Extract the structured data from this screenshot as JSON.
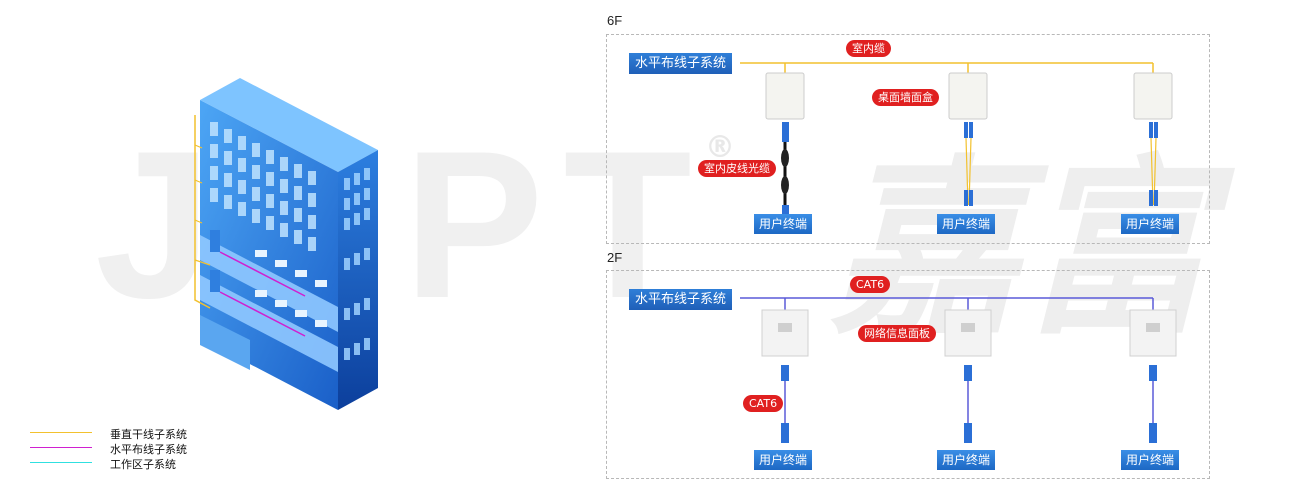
{
  "watermark": {
    "logo_text": "JDPT",
    "brand_text": "嘉富",
    "reg_mark": "®"
  },
  "floors": [
    {
      "label": "6F",
      "system_tag": "水平布线子系统",
      "cable_tag": "室内缆",
      "device_tag": "桌面墙面盒",
      "drop_tag": "室内皮线光缆",
      "terminals": [
        "用户终端",
        "用户终端",
        "用户终端"
      ],
      "line_color": "#f2c12e"
    },
    {
      "label": "2F",
      "system_tag": "水平布线子系统",
      "cable_tag": "CAT6",
      "device_tag": "网络信息面板",
      "drop_tag": "CAT6",
      "terminals": [
        "用户终端",
        "用户终端",
        "用户终端"
      ],
      "line_color": "#5a5ad8"
    }
  ],
  "legend": [
    {
      "label": "垂直干线子系统",
      "color": "#f2c12e"
    },
    {
      "label": "水平布线子系统",
      "color": "#d020d0"
    },
    {
      "label": "工作区子系统",
      "color": "#30e0e0"
    }
  ],
  "colors": {
    "brand_blue": "#1f6fd0",
    "tag_red": "#e02020"
  }
}
